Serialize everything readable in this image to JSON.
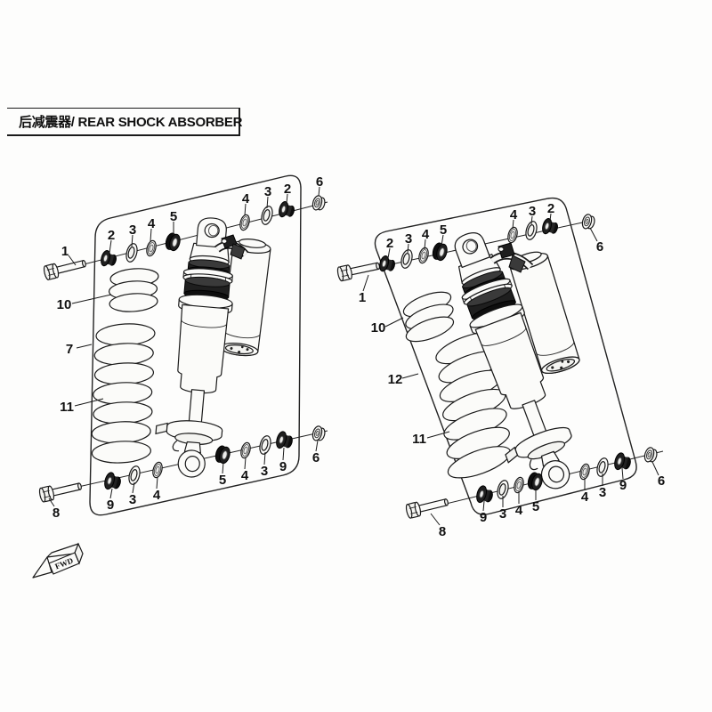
{
  "title": "后减震器/ REAR SHOCK ABSORBER",
  "fwd": "FWD",
  "style": {
    "ink": "#1a1a1a",
    "paper": "#fdfdfc"
  },
  "callouts": {
    "left": {
      "top": [
        "1",
        "2",
        "3",
        "4",
        "5",
        "4",
        "3",
        "2",
        "6"
      ],
      "side": [
        "10",
        "7",
        "11",
        "8"
      ],
      "bottom": [
        "9",
        "3",
        "4",
        "5",
        "4",
        "3",
        "9",
        "6"
      ]
    },
    "right": {
      "top": [
        "1",
        "2",
        "3",
        "4",
        "5",
        "4",
        "3",
        "2",
        "6"
      ],
      "side": [
        "10",
        "12",
        "11",
        "8"
      ],
      "bottom": [
        "9",
        "3",
        "4",
        "5",
        "4",
        "3",
        "9",
        "6"
      ]
    }
  }
}
